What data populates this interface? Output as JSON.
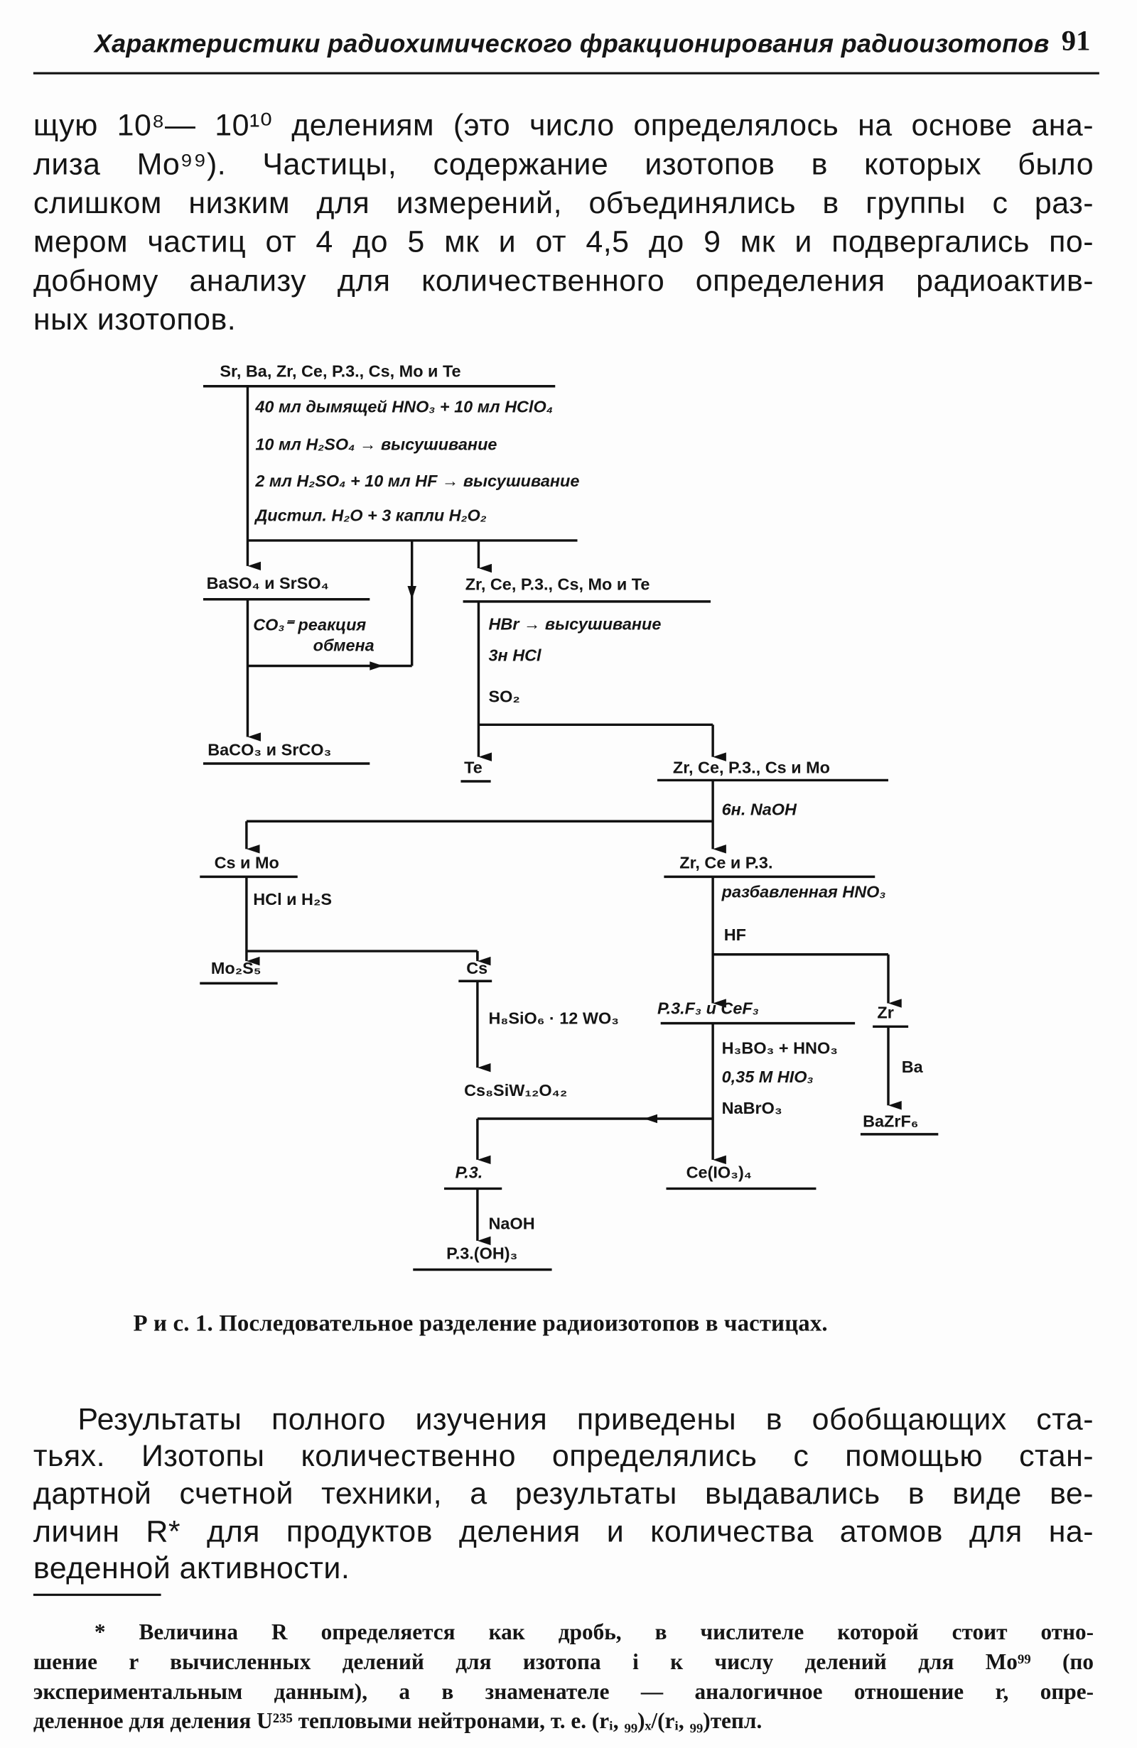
{
  "header": {
    "running_title": "Характеристики радиохимического фракционирования радиоизотопов",
    "page_number": "91"
  },
  "paragraph1": [
    "щую 10⁸— 10¹⁰ делениям (это число определялось на основе ана-",
    "лиза Mo⁹⁹).  Частицы, содержание изотопов в которых было",
    "слишком низким для измерений, объединялись в группы с раз-",
    "мером частиц от 4 до 5 мк и от 4,5 до 9 мк и подвергались по-",
    "добному анализу для количественного определения радиоактив-",
    "ных изотопов."
  ],
  "figure": {
    "nodes": {
      "start": "Sr, Ba, Zr, Ce, P.3., Cs, Mo и Te",
      "baso4": "BaSO₄ и SrSO₄",
      "baco3": "BaCO₃ и SrCO₃",
      "zr_group1": "Zr, Ce, P.3., Cs, Mo и Te",
      "te": "Te",
      "zr_group2": "Zr, Ce, P.3., Cs и Mo",
      "cs_mo": "Cs и Mo",
      "zr_ce_p3": "Zr, Ce и P.3.",
      "mo2s5": "Mo₂S₅",
      "cs": "Cs",
      "cs8": "Cs₈SiW₁₂O₄₂",
      "p3f3": "P.3.F₃ и CeF₃",
      "zr": "Zr",
      "bazrf6": "BaZrF₆",
      "p3": "P.3.",
      "ceio3": "Ce(IO₃)₄",
      "p3oh3": "P.3.(OH)₃"
    },
    "reagents": {
      "r1": "40 мл дымящей    HNO₃ + 10 мл HClO₄",
      "r2": "10 мл H₂SO₄ → высушивание",
      "r3": "2 мл H₂SO₄ + 10 мл HF → высушивание",
      "r4": "Дистил.  H₂O + 3 капли H₂O₂",
      "co3": "CO₃⁼  реакция",
      "co3b": "обмена",
      "hbr": "HBr → высушивание",
      "hcl": "3н HCl",
      "so2": "SO₂",
      "naoh6": "6н. NaOH",
      "hcl_h2s": "HCl и H₂S",
      "hno3": "разбавленная HNO₃",
      "hf": "HF",
      "h8sio6": "H₈SiO₆ · 12 WO₃",
      "h3bo3": "H₃BO₃ + HNO₃",
      "hio3": "0,35 M HIO₃",
      "nabro3": "NaBrO₃",
      "ba": "Ba",
      "naoh": "NaOH"
    },
    "caption": "Р и с.  1.  Последовательное разделение радиоизотопов в частицах."
  },
  "paragraph2": [
    "Результаты полного изучения приведены в обобщающих ста-",
    "тьях. Изотопы количественно определялись с помощью стан-",
    "дартной счетной техники, а результаты выдавались в виде ве-",
    "личин R* для продуктов деления и количества атомов для на-",
    "веденной активности."
  ],
  "footnote": [
    "* Величина R определяется как дробь, в числителе которой стоит отно-",
    "шение r вычисленных делений для изотопа i к числу делений для Mo⁹⁹ (по",
    "экспериментальным  данным), а в знаменателе — аналогичное отношение r, опре-",
    "деленное для деления U²³⁵ тепловыми нейтронами, т. е. (rᵢ, ₉₉)ₓ/(rᵢ, ₉₉)тепл."
  ]
}
